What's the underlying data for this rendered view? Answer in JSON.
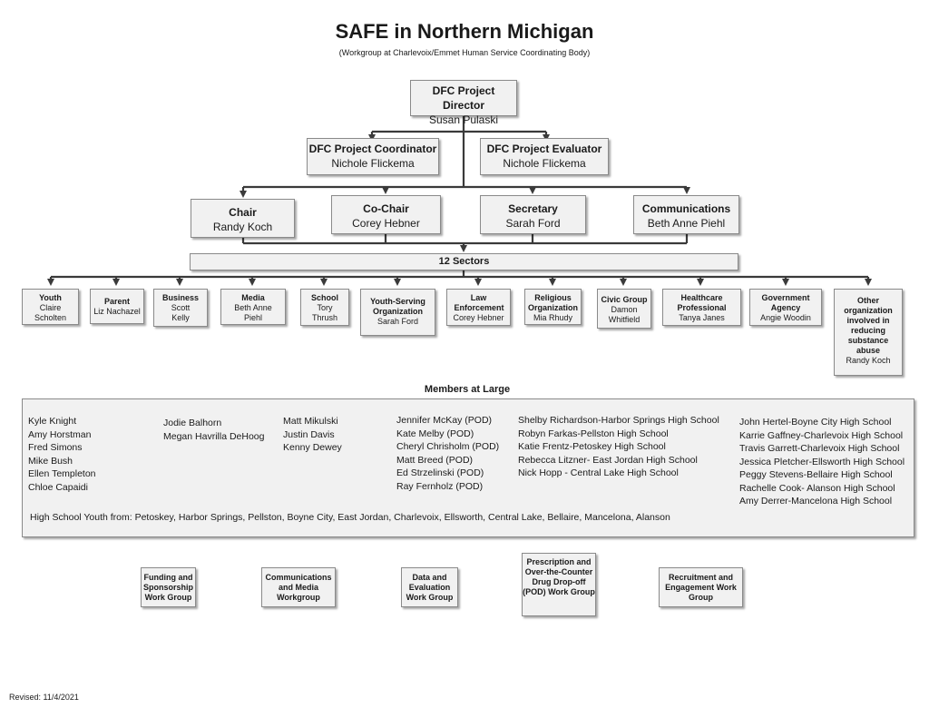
{
  "header": {
    "title": "SAFE in Northern Michigan",
    "subtitle": "(Workgroup at Charlevoix/Emmet Human Service Coordinating Body)"
  },
  "director": {
    "role": "DFC Project Director",
    "name": "Susan Pulaski"
  },
  "coordinator": {
    "role": "DFC Project Coordinator",
    "name": "Nichole Flickema"
  },
  "evaluator": {
    "role": "DFC Project Evaluator",
    "name": "Nichole Flickema"
  },
  "officers": [
    {
      "role": "Chair",
      "name": "Randy Koch"
    },
    {
      "role": "Co-Chair",
      "name": "Corey Hebner"
    },
    {
      "role": "Secretary",
      "name": "Sarah Ford"
    },
    {
      "role": "Communications",
      "name": "Beth Anne Piehl"
    }
  ],
  "sectors_label": "12 Sectors",
  "sectors": [
    {
      "role": "Youth",
      "name": "Claire Scholten"
    },
    {
      "role": "Parent",
      "name": "Liz Nachazel"
    },
    {
      "role": "Business",
      "name": "Scott Kelly"
    },
    {
      "role": "Media",
      "name": "Beth Anne Piehl"
    },
    {
      "role": "School",
      "name": "Tory Thrush"
    },
    {
      "role": "Youth-Serving Organization",
      "name": "Sarah Ford"
    },
    {
      "role": "Law Enforcement",
      "name": "Corey Hebner"
    },
    {
      "role": "Religious Organization",
      "name": "Mia Rhudy"
    },
    {
      "role": "Civic Group",
      "name": "Damon Whitfield"
    },
    {
      "role": "Healthcare Professional",
      "name": "Tanya Janes"
    },
    {
      "role": "Government Agency",
      "name": "Angie Woodin"
    },
    {
      "role": "Other organization involved in reducing substance abuse",
      "name": "Randy Koch"
    }
  ],
  "members_at_large": {
    "title": "Members at Large",
    "columns": [
      [
        "Kyle Knight",
        "Amy Horstman",
        "Fred Simons",
        "Mike Bush",
        "Ellen Templeton",
        "Chloe Capaidi"
      ],
      [
        "Jodie Balhorn",
        "Megan Havrilla DeHoog"
      ],
      [
        "Matt Mikulski",
        "Justin Davis",
        "Kenny Dewey"
      ],
      [
        "Jennifer McKay (POD)",
        "Kate Melby (POD)",
        "Cheryl Chrisholm (POD)",
        "Matt Breed (POD)",
        "Ed Strzelinski (POD)",
        "Ray Fernholz (POD)"
      ],
      [
        "Shelby Richardson-Harbor Springs High School",
        "Robyn Farkas-Pellston High School",
        "Katie Frentz-Petoskey High School",
        "Rebecca Litzner- East Jordan High School",
        "Nick Hopp - Central Lake High School"
      ],
      [
        "John Hertel-Boyne City High School",
        "Karrie Gaffney-Charlevoix High School",
        "Travis Garrett-Charlevoix High School",
        "Jessica Pletcher-Ellsworth High School",
        "Peggy Stevens-Bellaire High School",
        "Rachelle Cook- Alanson High School",
        "Amy Derrer-Mancelona High School"
      ]
    ],
    "high_school_youth": "High School Youth from: Petoskey, Harbor Springs, Pellston, Boyne City, East Jordan, Charlevoix, Ellsworth, Central Lake,  Bellaire, Mancelona, Alanson"
  },
  "workgroups": [
    "Funding and Sponsorship Work Group",
    "Communications and Media Workgroup",
    "Data and Evaluation Work Group",
    "Prescription and Over-the-Counter Drug Drop-off (POD) Work Group",
    "Recruitment and Engagement Work Group"
  ],
  "revised": "Revised:  11/4/2021"
}
